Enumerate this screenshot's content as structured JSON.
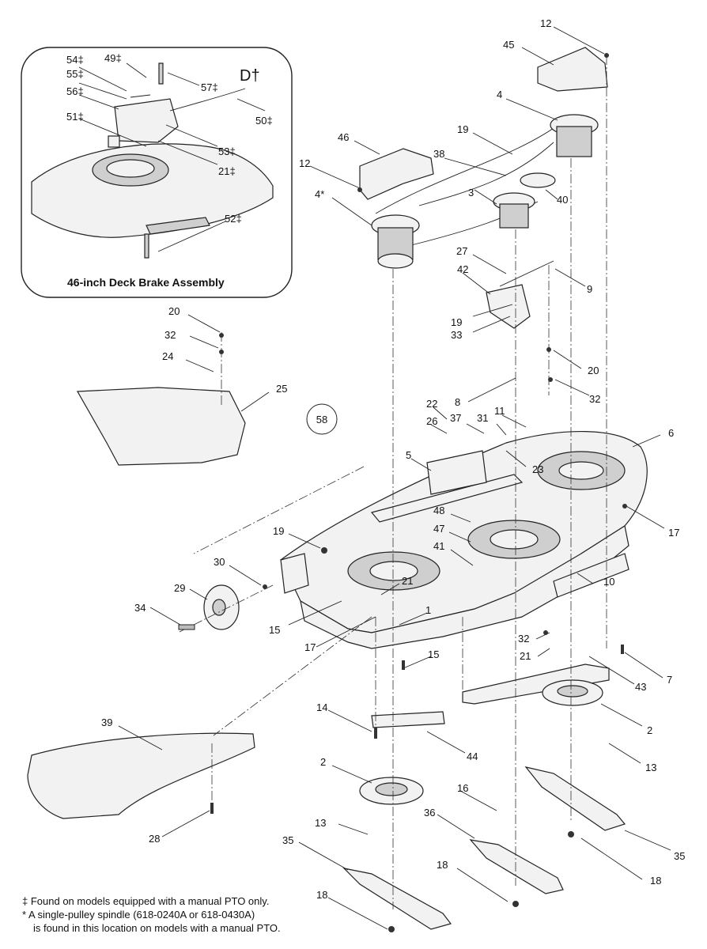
{
  "inset": {
    "title": "46-inch Deck Brake Assembly",
    "callouts": [
      "54‡",
      "49‡",
      "55‡",
      "56‡",
      "57‡",
      "D†",
      "51‡",
      "50‡",
      "53‡",
      "21‡",
      "52‡"
    ]
  },
  "callouts": [
    "12",
    "45",
    "4",
    "19",
    "46",
    "38",
    "12",
    "4*",
    "40",
    "3",
    "27",
    "42",
    "9",
    "19",
    "33",
    "20",
    "32",
    "24",
    "25",
    "20",
    "32",
    "8",
    "58",
    "22",
    "37",
    "31",
    "11",
    "26",
    "6",
    "5",
    "23",
    "17",
    "48",
    "47",
    "19",
    "41",
    "30",
    "10",
    "29",
    "21",
    "34",
    "15",
    "1",
    "17",
    "32",
    "21",
    "15",
    "7",
    "43",
    "14",
    "2",
    "39",
    "44",
    "13",
    "2",
    "16",
    "36",
    "13",
    "35",
    "35",
    "18",
    "28",
    "18",
    "18"
  ],
  "footnotes": {
    "manual_pto": "‡ Found on models equipped with a manual PTO only.",
    "single_pulley_1": "* A single-pulley spindle (618-0240A or 618-0430A)",
    "single_pulley_2": "is found in this location on models with a manual PTO."
  }
}
